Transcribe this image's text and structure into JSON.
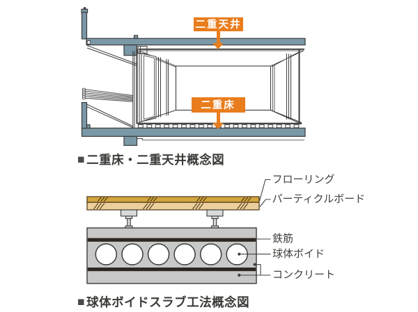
{
  "colors": {
    "accent_orange": "#e97d1d",
    "slab_blue": "#7b98a7",
    "wood_dark": "#d2a53e",
    "wood_light": "#eccf9c",
    "concrete_gray": "#c8c8c8",
    "rebar_black": "#2c2722",
    "line_dark": "#3b3b3b",
    "label_text": "#3f3f3c"
  },
  "top_diagram": {
    "callouts": {
      "ceiling": "二重天井",
      "floor": "二重床"
    },
    "caption": {
      "marker": "■",
      "text": "二重床・二重天井概念図"
    }
  },
  "bottom_diagram": {
    "part_labels": {
      "flooring": "フローリング",
      "particle_board": "パーティクルボード",
      "rebar": "鉄筋",
      "sphere_void": "球体ボイド",
      "concrete": "コンクリート"
    },
    "caption": {
      "marker": "■",
      "text": "球体ボイドスラブ工法概念図"
    }
  }
}
